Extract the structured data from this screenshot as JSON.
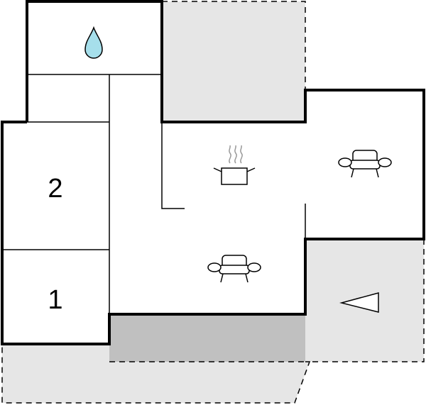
{
  "floor_plan": {
    "rooms": [
      {
        "id": "bathroom",
        "label": "",
        "icon": "water-drop-icon"
      },
      {
        "id": "bedroom-2",
        "label": "2",
        "icon": ""
      },
      {
        "id": "bedroom-1",
        "label": "1",
        "icon": ""
      },
      {
        "id": "kitchen",
        "label": "",
        "icon": "cooking-pot-icon"
      },
      {
        "id": "living-room-upper",
        "label": "",
        "icon": "sofa-icon"
      },
      {
        "id": "living-room-lower",
        "label": "",
        "icon": "sofa-icon"
      }
    ],
    "outdoor_areas": [
      "terrace-north",
      "terrace-east",
      "terrace-south",
      "covered-terrace"
    ],
    "entrance": {
      "icon": "entrance-arrow-icon"
    },
    "colors": {
      "wall": "#000000",
      "terrace": "#e6e6e6",
      "covered_terrace": "#c0c0c0",
      "water_drop": "#a6dfeb",
      "background": "#ffffff"
    }
  }
}
